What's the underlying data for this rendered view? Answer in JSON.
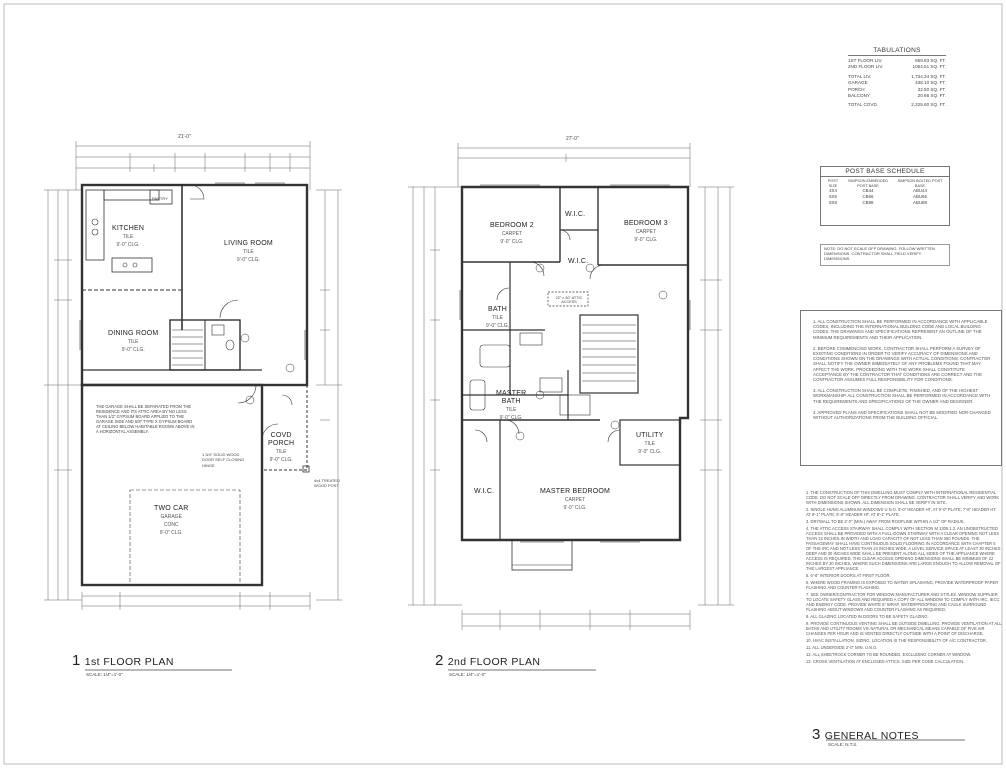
{
  "plans": {
    "first": {
      "number": "1",
      "title": "1st FLOOR PLAN",
      "scale": "SCALE: 1/4\"=1'-0\"",
      "overall_width": "21'-0\"",
      "rooms": {
        "kitchen": {
          "name": "KITCHEN",
          "sub1": "TILE",
          "sub2": "9'-0\" CLG."
        },
        "living": {
          "name": "LIVING ROOM",
          "sub1": "TILE",
          "sub2": "9'-0\" CLG."
        },
        "dining": {
          "name": "DINING ROOM",
          "sub1": "TILE",
          "sub2": "9'-0\" CLG."
        },
        "garage": {
          "name": "TWO CAR",
          "sub1": "GARAGE",
          "sub2": "CONC",
          "sub3": "9'-0\" CLG."
        },
        "porch": {
          "name": "COVD",
          "sub1": "PORCH",
          "sub2": "TILE",
          "sub3": "9'-0\" CLG."
        }
      },
      "garage_note": "THE GARAGE SHALL BE SEPARATED FROM THE RESIDENCE AND ITS ATTIC AREA BY NO LESS THAN 1/2\" GYPSUM BOARD APPLIED TO THE GARAGE SIDE AND 5/8\" TYPE X GYPSUM BOARD AT CEILING BELOW HABITABLE ROOMS ABOVE IN A HORIZONTAL ASSEMBLY.",
      "door_note": "1 3/4\" SOLID WOOD DOOR SELF CLOSING HINGE",
      "post_note": "4x4 TREATED WOOD POST",
      "pantry": "PANTRY"
    },
    "second": {
      "number": "2",
      "title": "2nd FLOOR PLAN",
      "scale": "SCALE: 1/4\"=1'-0\"",
      "overall_width": "27'-0\"",
      "rooms": {
        "bed2": {
          "name": "BEDROOM 2",
          "sub1": "CARPET",
          "sub2": "9'-0\" CLG."
        },
        "bed3": {
          "name": "BEDROOM 3",
          "sub1": "CARPET",
          "sub2": "9'-0\" CLG."
        },
        "wic1": {
          "name": "W.I.C."
        },
        "wic2": {
          "name": "W.I.C."
        },
        "wic3": {
          "name": "W.I.C."
        },
        "bath": {
          "name": "BATH",
          "sub1": "TILE",
          "sub2": "9'-0\" CLG."
        },
        "mbath": {
          "name": "MASTER",
          "sub1": "BATH",
          "sub2": "TILE",
          "sub3": "9'-0\" CLG."
        },
        "mbed": {
          "name": "MASTER BEDROOM",
          "sub1": "CARPET",
          "sub2": "9'-0\" CLG."
        },
        "utility": {
          "name": "UTILITY",
          "sub1": "TILE",
          "sub2": "9'-0\" CLG."
        }
      },
      "attic": "22\" x 30\" ATTIC ACCESS"
    }
  },
  "tabulations": {
    "title": "TABULATIONS",
    "rows": [
      {
        "label": "1ST FLOOR LIV.",
        "value": "669.83 SQ. FT."
      },
      {
        "label": "2ND FLOOR LIV.",
        "value": "1064.51 SQ. FT."
      },
      {
        "label": "TOTAL LIV.",
        "value": "1,734.34 SQ. FT."
      },
      {
        "label": "GARAGE",
        "value": "438.10 SQ. FT."
      },
      {
        "label": "PORCH",
        "value": "32.50 SQ. FT."
      },
      {
        "label": "BALCONY",
        "value": "20.66 SQ. FT."
      },
      {
        "label": "TOTAL COVD.",
        "value": "2,225.60 SQ. FT."
      }
    ]
  },
  "post_schedule": {
    "title": "POST BASE SCHEDULE",
    "headers": [
      "POST SIZE",
      "SIMPSON EMBEDDED POST BASE",
      "SIMPSON BOLTED POST BASE"
    ],
    "rows": [
      [
        "4X4",
        "CB44",
        "ABU44"
      ],
      [
        "6X6",
        "CB66",
        "ABU66"
      ],
      [
        "8X8",
        "CB88",
        "ABU88"
      ]
    ]
  },
  "scale_note": "NOTE: DO NOT SCALE OFF DRAWING. FOLLOW WRITTEN DIMENSIONS. CONTRACTOR SHALL FIELD VERIFY DIMENSIONS.",
  "contractor_notes": [
    "1. ALL CONSTRUCTION SHALL BE PERFORMED IN ACCORDANCE WITH APPLICABLE CODES, INCLUDING THE INTERNATIONAL BUILDING CODE AND LOCAL BUILDING CODES. THE DRAWINGS AND SPECIFICATIONS REPRESENT AN OUTLINE OF THE MINIMUM REQUIREMENTS AND THEIR APPLICATION.",
    "2. BEFORE COMMENCING WORK, CONTRACTOR SHALL PERFORM A SURVEY OF EXISTING CONDITIONS IN ORDER TO VERIFY ACCURACY OF DIMENSIONS AND CONDITIONS SHOWN ON THE DRAWINGS WITH ACTUAL CONDITIONS. CONTRACTOR SHALL NOTIFY THE OWNER IMMEDIATELY OF ANY PROBLEMS FOUND THAT MAY AFFECT THE WORK. PROCEEDING WITH THE WORK SHALL CONSTITUTE ACCEPTANCE BY THE CONTRACTOR THAT CONDITIONS ARE CORRECT AND THE CONTRACTOR ASSUMES FULL RESPONSIBILITY FOR CONDITIONS.",
    "3. ALL CONSTRUCTION SHALL BE COMPLETE, FINISHED, AND OF THE HIGHEST WORKMANSHIP. ALL CONSTRUCTION SHALL BE PERFORMED IN ACCORDANCE WITH THE REQUIREMENTS AND SPECIFICATIONS OF THE OWNER AND DESIGNER.",
    "4. APPROVED PLANS AND SPECIFICATIONS SHALL NOT BE MODIFIED NOR CHANGED WITHOUT AUTHORIZATIONS FROM THE BUILDING OFFICIAL."
  ],
  "general_notes": {
    "number": "3",
    "title": "GENERAL NOTES",
    "scale": "SCALE: N.T.S.",
    "items": [
      "1. THE CONSTRUCTION OF THIS DWELLING MUST COMPLY WITH INTERNATIONAL RESIDENTIAL CODE. DO NOT SCALE OFF DIRECTLY FROM DRAWING. CONTRACTOR SHALL VERIFY AND WORK WITH DIMENSIONS SHOWN. ALL DIMENSION SHALL BE VERIFY IN SITE.",
      "2. SINGLE HUNG ALUMINUM WINDOWS U.N.O. 8'-0\" HEADER HT. AT 9'-0\" PLATE; 7'-8\" HEADER HT. AT 9'-1\" PLATE; 6'-8\" HEADER HT. AT 8'-1\" PLATE.",
      "3. DRYWALL TO BE 2'-0\" (MIN.) AWAY FROM ROOFLINE WITHIN A 1/2\" OF RADIUS.",
      "4. THE ATTIC ACCESS STAIRWAY SHALL COMPLY WITH SECTION M 1305.1.3. AN UNOBSTRUCTED ACCESS SHALL BE PROVIDED WITH A FULL-DOWN STAIRWAY WITH A CLEAR OPENING NOT LESS THAN 22 INCHES IN WIDTH AND LOAD CAPACITY OF NOT LESS THAN 350 POUNDS. THE PASSAGEWAY SHALL HAVE CONTINUOUS SOLID FLOORING IN ACCORDANCE WITH CHAPTER 5 OF THE IRC AND NOT LESS THAN 24 INCHES WIDE. A LEVEL SERVICE SPACE AT LEAST 30 INCHES DEEP AND 30 INCHES WIDE SHALL BE PRESENT ALONG ALL SIDES OF THE APPLIANCE WHERE ACCESS IS REQUIRED. THE CLEAR ACCESS OPENING DIMENSIONS SHALL BE MINIMUM OF 22 INCHES BY 30 INCHES, WHERE SUCH DIMENSIONS ARE LARGE ENOUGH TO ALLOW REMOVAL OF THE LARGEST APPLIANCE.",
      "5. 6'-8\" INTERIOR DOORS AT FIRST FLOOR.",
      "6. WHERE WOOD FRAMING IS EXPOSED TO WATER SPLASHING, PROVIDE WATERPROOF PAPER FLASHING AND COUNTER FLASHING.",
      "7. SEE OWNER/CONTRACTOR FOR WINDOW MANUFACTURER AND STYLES. WINDOW SUPPLIER TO LOCATE SAFETY GLASS AND REQUIRED A COPY OF ALL WINDOW TO COMPLY WITH IRC, IECC AND ENERGY CODE. PROVIDE WHITE 6\" WRAP, WATERPROOFING AND CAULK SURROUND FLASHING ABOUT WINDOWS AND COUNTER FLASHING AS REQUIRED.",
      "8. ALL GLAZING LOCATED IN DOORS TO BE SAFETY GLAZING.",
      "9. PROVIDE CONTINUOUS VENTING SHALL BE OUTSIDE DWELLING. PROVIDE VENTILATION AT ALL BATHS AND UTILITY ROOMS VIA NATURAL OR MECHANICAL MEANS CAPABLE OF FIVE AIR CHANGES PER HOUR AND IS VENTED DIRECTLY OUTSIDE WITH A POINT OF DISCHARGE.",
      "10. HVAC INSTALLATION, SIZING, LOCATION IS THE RESPONSIBILITY OF A/C CONTRACTOR.",
      "11. ALL UNDERSIDE 2'-0\" MIN. U.N.O.",
      "12. ALL SHEETROCK CORNER TO BE ROUNDED, EXCLUDING CORNER AT WINDOW.",
      "13. CROSS VENTILATION AT ENCLOSED ATTICS. SIZE PER CODE CALCULATION."
    ]
  }
}
